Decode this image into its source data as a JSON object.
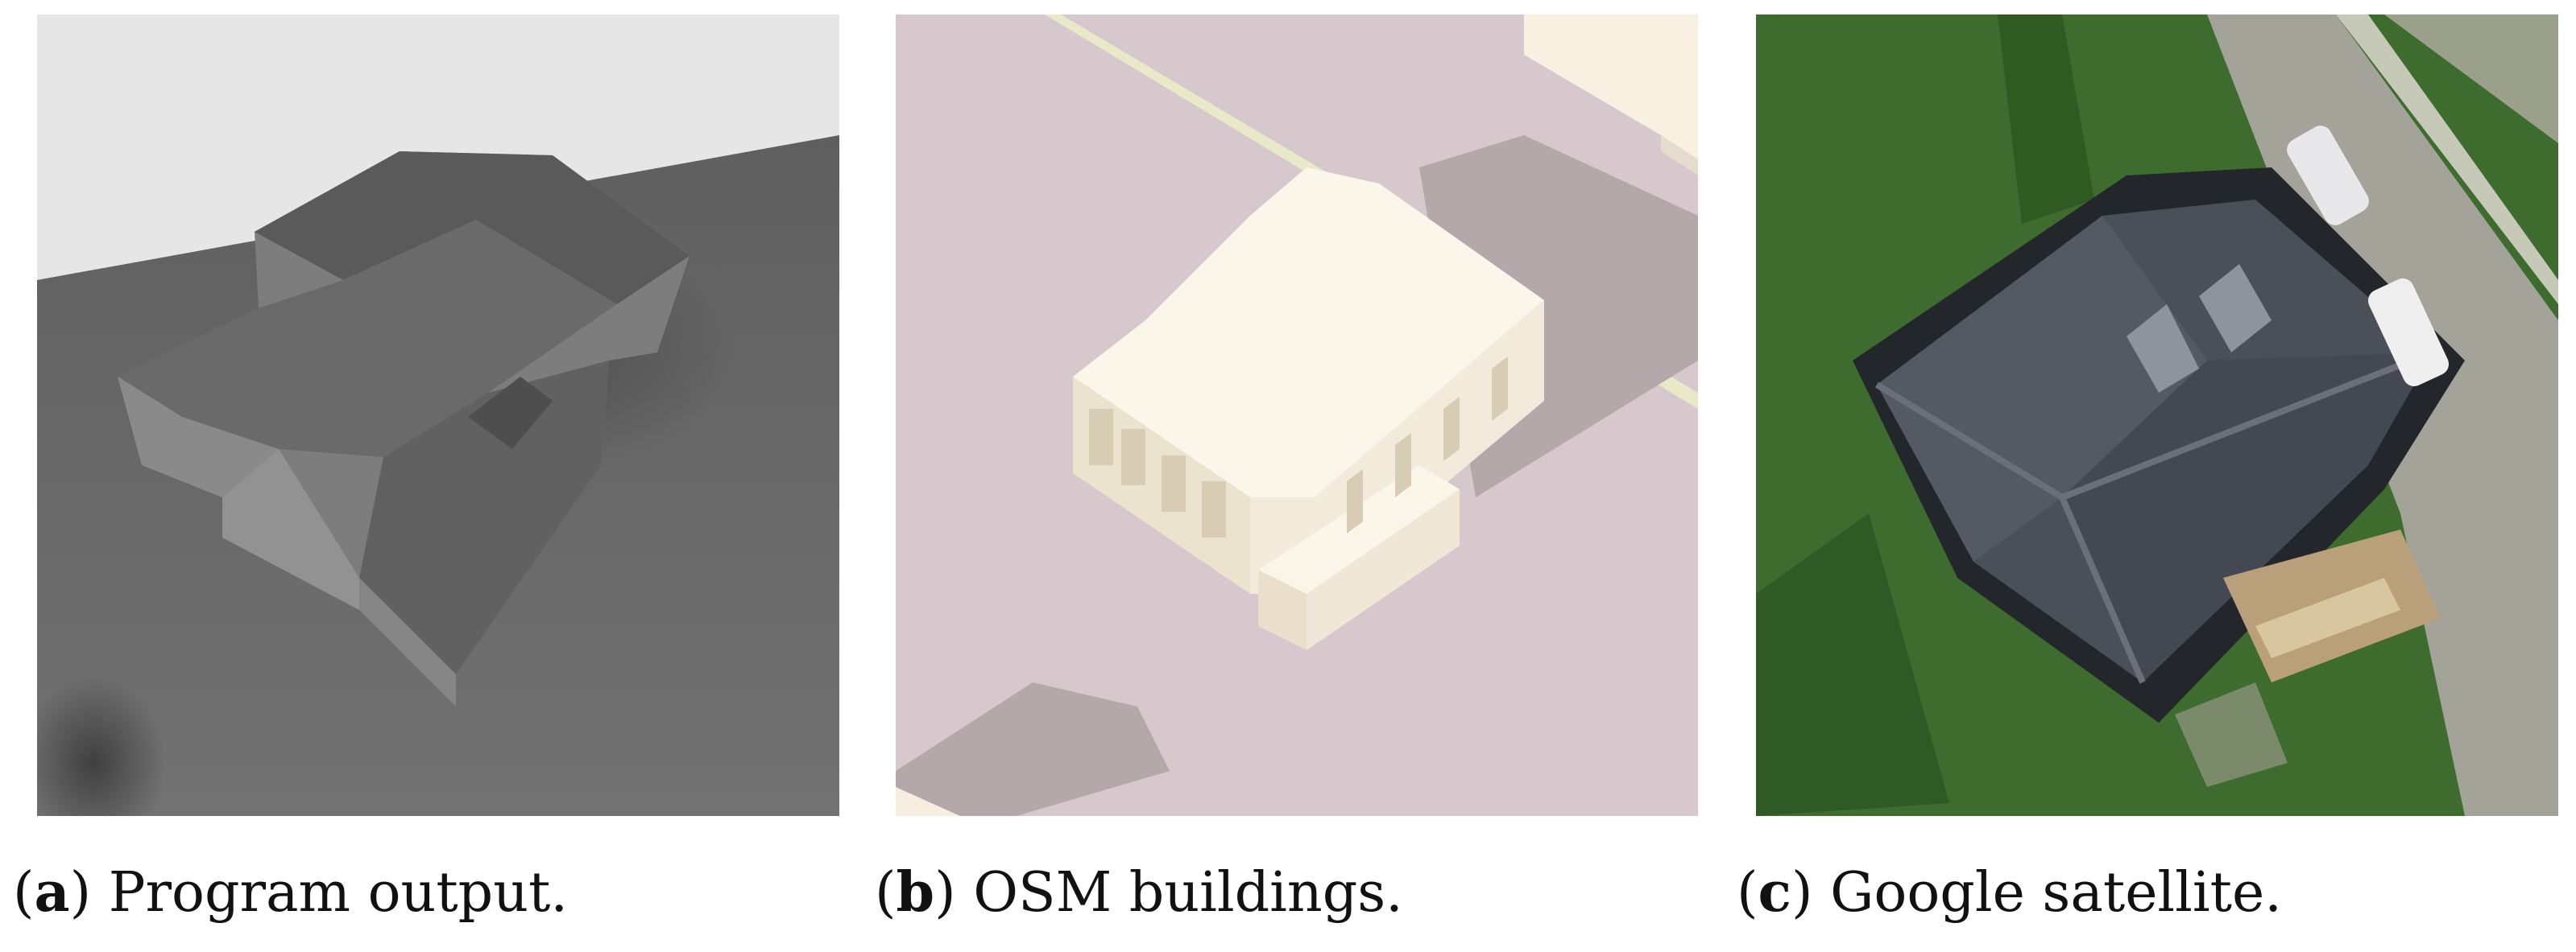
{
  "figure": {
    "panels": [
      {
        "id": "a",
        "letter": "a",
        "caption": "Program output."
      },
      {
        "id": "b",
        "letter": "b",
        "caption": "OSM buildings."
      },
      {
        "id": "c",
        "letter": "c",
        "caption": "Google satellite."
      }
    ]
  },
  "colors": {
    "render_sky": "#e6e6e6",
    "render_ground": "#6c6c6c",
    "osm_ground": "#d6c8cc",
    "osm_building": "#fbf6ea",
    "satellite_roof": "#4a4f58",
    "satellite_grass": "#3e6b2e"
  }
}
